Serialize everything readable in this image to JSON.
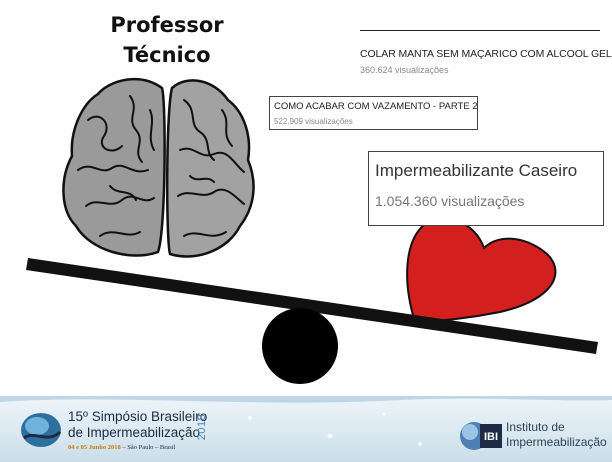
{
  "slide": {
    "title_line1": "Professor",
    "title_line2": "Técnico"
  },
  "videos": [
    {
      "title": "COLAR MANTA SEM MAÇARICO COM ALCOOL GEL.",
      "views": "360.624 visualizações"
    },
    {
      "title": "COMO ACABAR COM VAZAMENTO - PARTE 2",
      "views": "522.909 visualizações"
    },
    {
      "title": "Impermeabilizante Caseiro",
      "views": "1.054.360 visualizações"
    }
  ],
  "illustration": {
    "left_item": "brain-icon",
    "right_item": "heart-icon",
    "fulcrum": "fulcrum-ball",
    "colors": {
      "brain": "#9a9a9a",
      "heart": "#d41f1f",
      "beam": "#111111"
    }
  },
  "footer": {
    "symposium_line1": "15º Simpósio Brasileiro",
    "symposium_line2": "de Impermeabilização",
    "symposium_year": "2018",
    "symposium_date": "04 e 05 Junho 2018",
    "symposium_place": " – São Paulo – Brasil",
    "institute_abbr": "IBI",
    "institute_line1": "Instituto de",
    "institute_line2": "Impermeabilização",
    "brand_color": "#1f2a44",
    "accent_color": "#4c86b4"
  }
}
